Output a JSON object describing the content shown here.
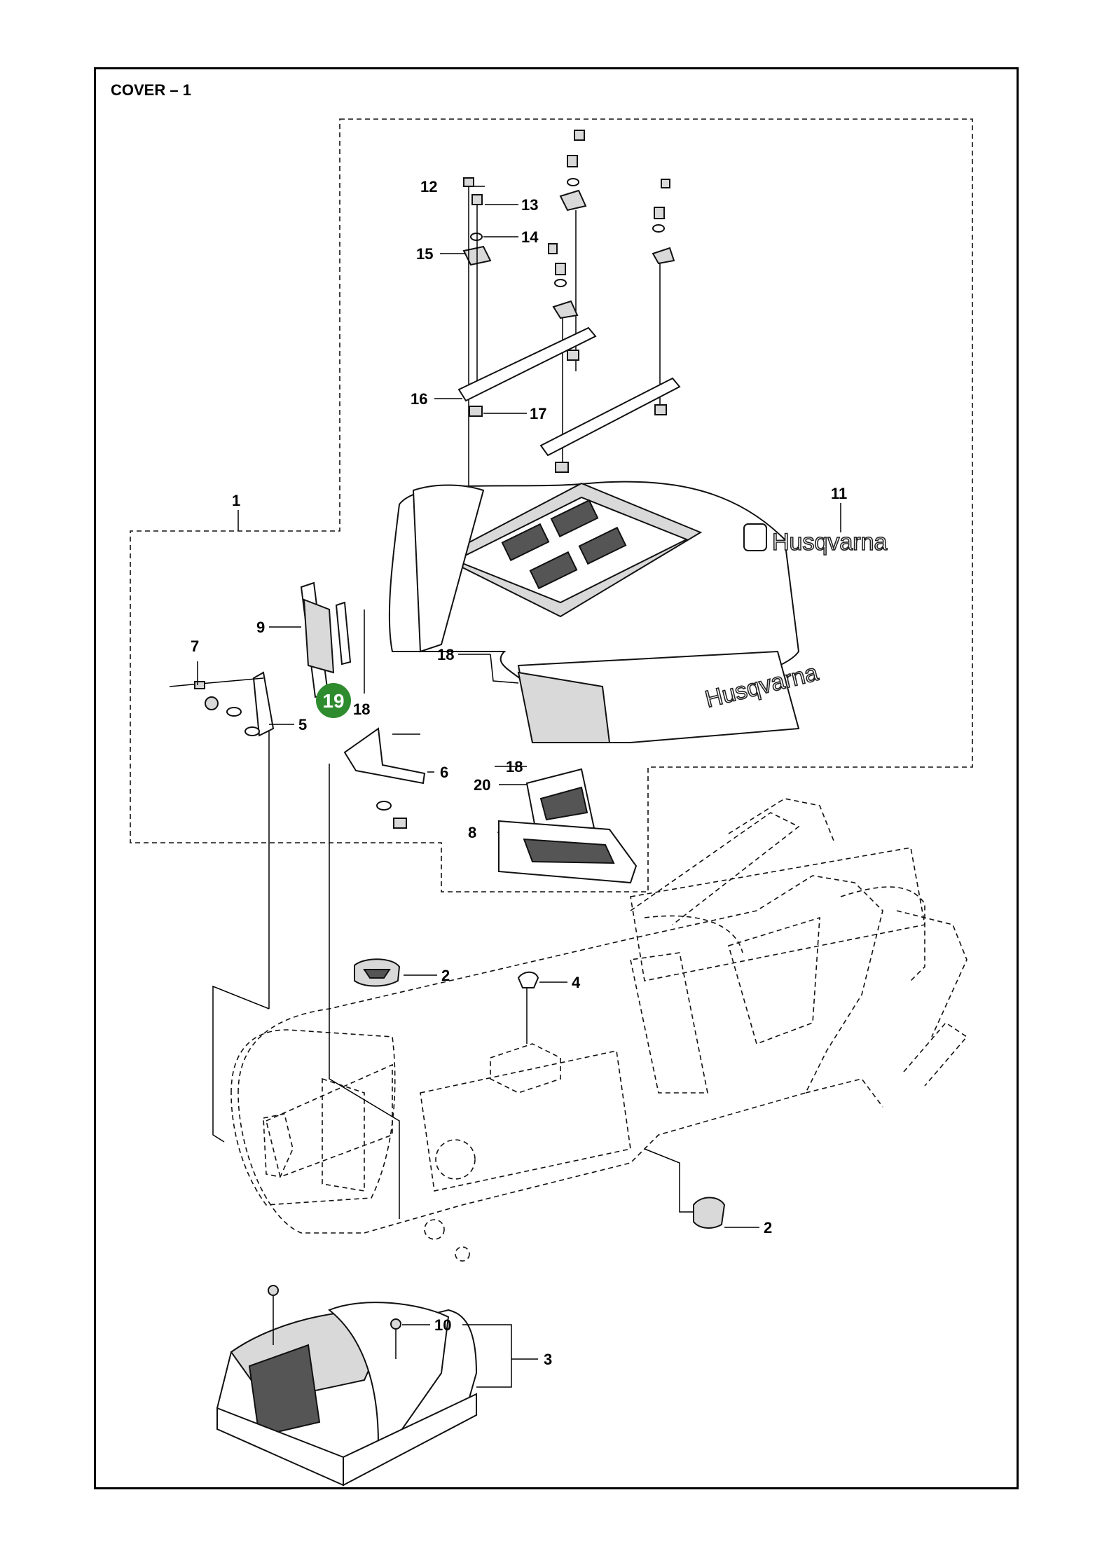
{
  "title": "COVER – 1",
  "brand_text": "Husqvarna",
  "highlight": {
    "label": "19",
    "color": "#2e8b2e"
  },
  "callouts": [
    {
      "id": "1",
      "label": "1"
    },
    {
      "id": "2a",
      "label": "2"
    },
    {
      "id": "2b",
      "label": "2"
    },
    {
      "id": "3",
      "label": "3"
    },
    {
      "id": "4",
      "label": "4"
    },
    {
      "id": "5",
      "label": "5"
    },
    {
      "id": "6",
      "label": "6"
    },
    {
      "id": "7",
      "label": "7"
    },
    {
      "id": "8",
      "label": "8"
    },
    {
      "id": "9",
      "label": "9"
    },
    {
      "id": "10",
      "label": "10"
    },
    {
      "id": "11",
      "label": "11"
    },
    {
      "id": "12",
      "label": "12"
    },
    {
      "id": "13",
      "label": "13"
    },
    {
      "id": "14",
      "label": "14"
    },
    {
      "id": "15",
      "label": "15"
    },
    {
      "id": "16",
      "label": "16"
    },
    {
      "id": "17",
      "label": "17"
    },
    {
      "id": "18a",
      "label": "18"
    },
    {
      "id": "18b",
      "label": "18"
    },
    {
      "id": "18c",
      "label": "18"
    },
    {
      "id": "20",
      "label": "20"
    }
  ]
}
